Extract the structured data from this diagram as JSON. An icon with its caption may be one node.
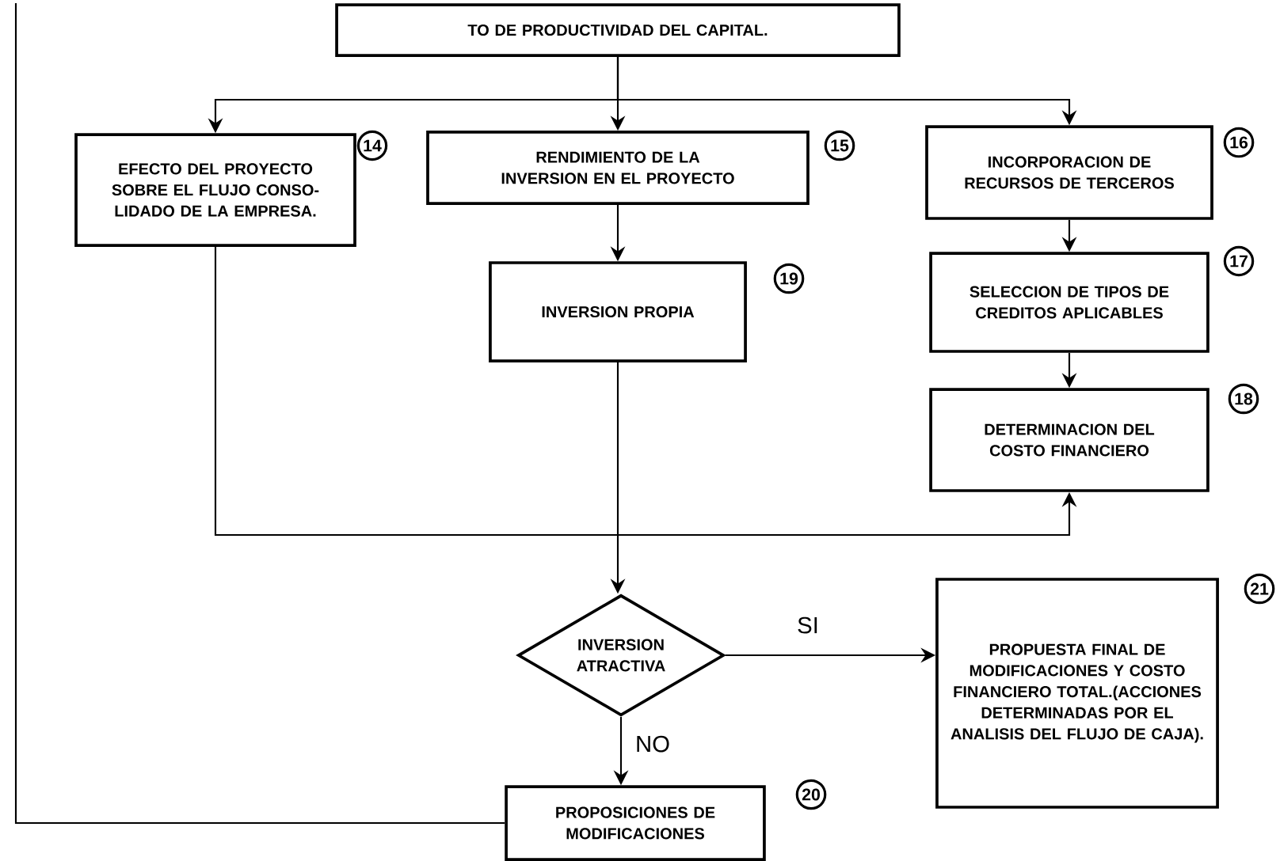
{
  "diagram": {
    "nodes": [
      {
        "text": [
          "TO DE PRODUCTIVIDAD DEL CAPITAL."
        ]
      },
      {
        "text": [
          "EFECTO DEL PROYECTO SOBRE EL FLUJO CONSO- LIDADO DE LA EMPRESA."
        ],
        "beside": [
          "14"
        ]
      },
      {
        "text": [
          "RENDIMIENTO DE LA INVERSION EN EL PROYECTO"
        ],
        "beside": [
          "15"
        ]
      },
      {
        "text": [
          "INCORPORACION DE RECURSOS DE TERCEROS"
        ],
        "beside": [
          "16"
        ]
      },
      {
        "text": [
          "INVERSION PROPIA"
        ],
        "beside": [
          "19"
        ]
      },
      {
        "text": [
          "SELECCION DE TIPOS DE CREDITOS APLICABLES"
        ],
        "beside": [
          "17"
        ]
      },
      {
        "text": [
          "DETERMINACION DEL COSTO FINANCIERO"
        ],
        "beside": [
          "18"
        ]
      },
      {
        "text": [
          "INVERSION ATRACTIVA"
        ]
      },
      {
        "text": [
          "PROPUESTA FINAL DE MODIFICACIONES Y COSTO FINANCIERO TOTAL.(ACCIONES DETERMINADAS POR EL ANALISIS DEL FLUJO DE CAJA)."
        ],
        "beside": [
          "21"
        ]
      },
      {
        "text": [
          "PROPOSICIONES DE MODIFICACIONES"
        ],
        "beside": [
          "20"
        ]
      }
    ],
    "edges": [
      {
        "from": 0,
        "to": 1,
        "arrow": "to"
      },
      {
        "from": 0,
        "to": 2,
        "arrow": "to"
      },
      {
        "from": 0,
        "to": 3,
        "arrow": "to"
      },
      {
        "from": 2,
        "to": 4,
        "arrow": "to"
      },
      {
        "from": 3,
        "to": 5,
        "arrow": "to"
      },
      {
        "from": 5,
        "to": 6,
        "arrow": "to"
      },
      {
        "from": 1,
        "to": 6,
        "arrow": "to"
      },
      {
        "from": 4,
        "to": 7,
        "arrow": "to"
      },
      {
        "from": 7,
        "to": 8,
        "arrow": "to",
        "label": "SI"
      },
      {
        "from": 7,
        "to": 9,
        "arrow": "to",
        "label": "NO"
      },
      {
        "from": 9,
        "to": null,
        "arrow": "none"
      }
    ]
  }
}
